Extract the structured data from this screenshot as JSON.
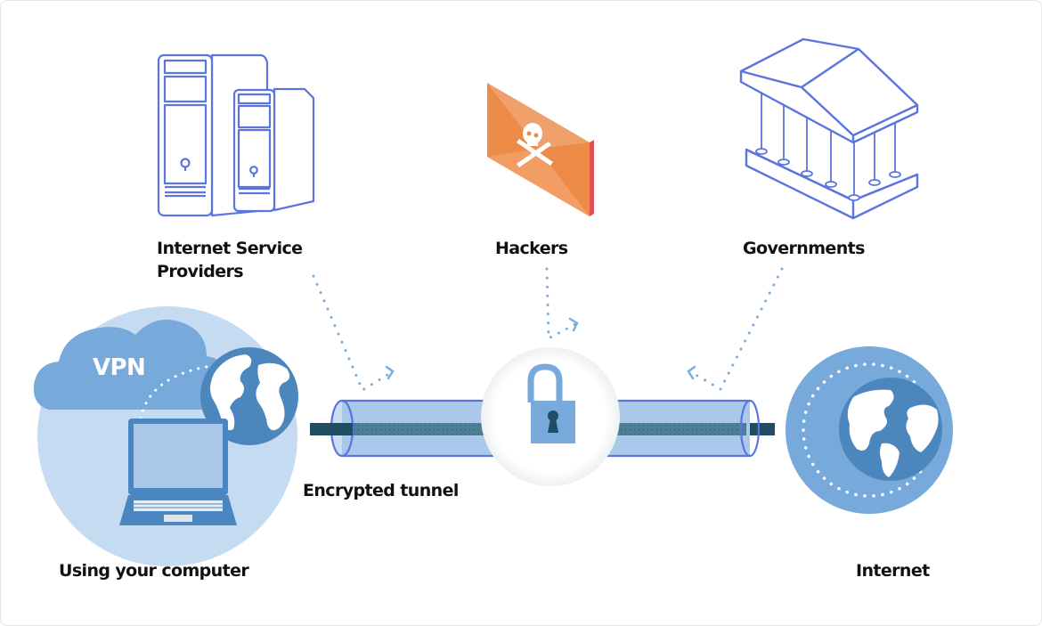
{
  "diagram": {
    "title": "VPN encrypted tunnel diagram",
    "colors": {
      "outline_blue": "#5b74e0",
      "light_blue": "#a9c8ea",
      "mid_blue": "#77a9db",
      "dark_blue": "#4a86bf",
      "globe_blue": "#4b86bd",
      "tunnel_core": "#1f4e63",
      "hacker_orange": "#ec8a48",
      "hacker_red": "#dd5151",
      "label_text": "#111111",
      "dot_blue": "#7aaee0"
    },
    "nodes": {
      "isp": {
        "label_line1": "Internet Service",
        "label_line2": "Providers",
        "icon": "server-towers-icon"
      },
      "hackers": {
        "label": "Hackers",
        "icon": "skull-crossbones-envelope-icon"
      },
      "governments": {
        "label": "Governments",
        "icon": "government-building-icon"
      },
      "user": {
        "label": "Using your computer",
        "icon": "laptop-icon",
        "cloud_label": "VPN"
      },
      "internet": {
        "label": "Internet",
        "icon": "globe-wifi-icon"
      },
      "tunnel": {
        "label": "Encrypted tunnel",
        "icon": "padlock-icon"
      }
    }
  }
}
